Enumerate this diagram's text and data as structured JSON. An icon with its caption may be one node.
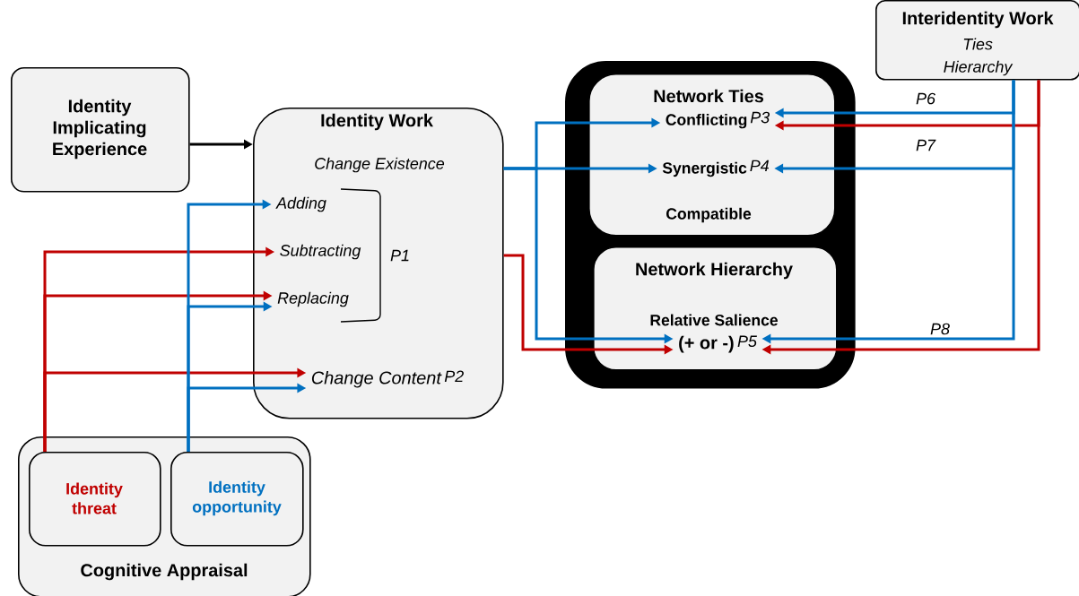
{
  "diagram": {
    "nodes": [
      {
        "text": [
          "Identity Implicating Experience"
        ]
      },
      {
        "text": [
          "Identity Work"
        ]
      },
      {
        "text": [
          "Change Existence"
        ],
        "in": 1
      },
      {
        "text": [
          "Adding"
        ],
        "in": 1
      },
      {
        "text": [
          "Subtracting"
        ],
        "in": 1
      },
      {
        "text": [
          "Replacing"
        ],
        "in": 1
      },
      {
        "text": [
          "Change Content"
        ],
        "beside": [
          "P2"
        ],
        "in": 1
      },
      {
        "text": [],
        "shape": "box"
      },
      {
        "text": [
          "Network Ties",
          "Compatible"
        ],
        "in": 7
      },
      {
        "text": [
          "Conflicting"
        ],
        "beside": [
          "P3"
        ],
        "in": 8
      },
      {
        "text": [
          "Synergistic"
        ],
        "beside": [
          "P4"
        ],
        "in": 8
      },
      {
        "text": [
          "Network Hierarchy",
          "Relative Salience"
        ],
        "in": 7
      },
      {
        "text": [
          "(+ or -)"
        ],
        "beside": [
          "P5"
        ],
        "in": 11
      },
      {
        "text": [
          "Interidentity Work",
          "Ties",
          "Hierarchy"
        ]
      },
      {
        "text": [
          "Cognitive Appraisal"
        ]
      },
      {
        "text": [
          "Identity threat"
        ],
        "in": 14
      },
      {
        "text": [
          "Identity opportunity"
        ],
        "in": 14
      }
    ],
    "edges": [
      {
        "from": 0,
        "to": 1,
        "arrow": "to",
        "color": "#000000"
      },
      {
        "from": 15,
        "to": 4,
        "arrow": "to",
        "color": "#c00000"
      },
      {
        "from": 15,
        "to": 5,
        "arrow": "to",
        "color": "#c00000"
      },
      {
        "from": 15,
        "to": 6,
        "arrow": "to",
        "color": "#c00000"
      },
      {
        "from": 16,
        "to": 3,
        "arrow": "to",
        "color": "#0070c0"
      },
      {
        "from": 16,
        "to": 5,
        "arrow": "to",
        "color": "#0070c0"
      },
      {
        "from": 16,
        "to": 6,
        "arrow": "to",
        "color": "#0070c0"
      },
      {
        "from": 1,
        "to": 9,
        "arrow": "to",
        "color": "#0070c0"
      },
      {
        "from": 1,
        "to": 10,
        "arrow": "to",
        "color": "#0070c0"
      },
      {
        "from": 1,
        "to": 12,
        "arrow": "to",
        "color": "#0070c0"
      },
      {
        "from": 1,
        "to": 12,
        "arrow": "to",
        "color": "#c00000"
      },
      {
        "from": 13,
        "to": 9,
        "arrow": "to",
        "color": "#0070c0",
        "label": "P6"
      },
      {
        "from": 13,
        "to": 9,
        "arrow": "to",
        "color": "#c00000"
      },
      {
        "from": 13,
        "to": 10,
        "arrow": "to",
        "color": "#0070c0",
        "label": "P7"
      },
      {
        "from": 13,
        "to": 12,
        "arrow": "to",
        "color": "#0070c0",
        "label": "P8"
      },
      {
        "from": 13,
        "to": 12,
        "arrow": "to",
        "color": "#c00000"
      }
    ],
    "labels": [
      "P1"
    ]
  }
}
